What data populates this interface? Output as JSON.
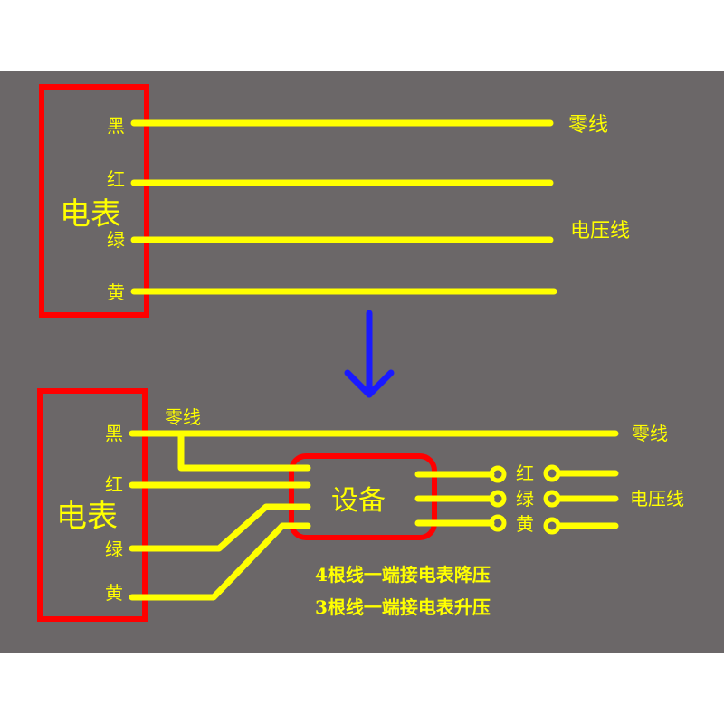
{
  "colors": {
    "background": "#6b6768",
    "frame": "#ff0000",
    "wire": "#ffff00",
    "arrow": "#1a1aff"
  },
  "before": {
    "meter_label": "电表",
    "terminals": [
      "黑",
      "红",
      "绿",
      "黄"
    ],
    "neutral_label": "零线",
    "voltage_label": "电压线"
  },
  "after": {
    "meter_label": "电表",
    "terminals": [
      "黑",
      "红",
      "绿",
      "黄"
    ],
    "neutral_label_left": "零线",
    "neutral_label_right": "零线",
    "device_label": "设备",
    "device_outputs": [
      "红",
      "绿",
      "黄"
    ],
    "voltage_label": "电压线",
    "note_lines": [
      "4根线一端接电表降压",
      "3根线一端接电表升压"
    ]
  },
  "arrow_icon": "down-arrow-icon"
}
